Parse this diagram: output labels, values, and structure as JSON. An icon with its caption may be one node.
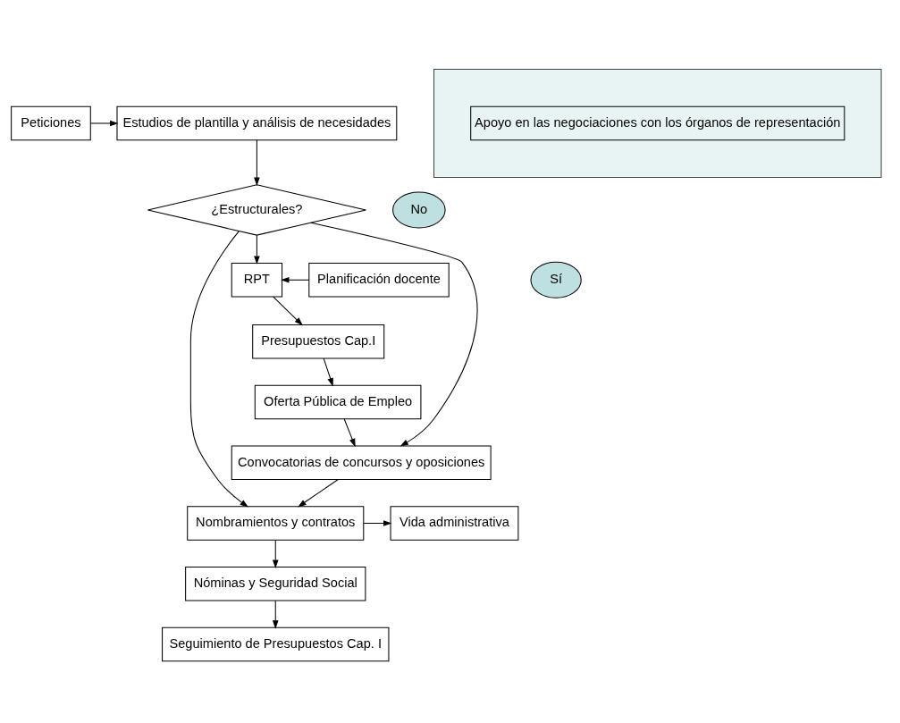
{
  "diagram": {
    "nodes": [
      {
        "text": [
          "Peticiones"
        ]
      },
      {
        "text": [
          "Estudios de plantilla y análisis de necesidades"
        ]
      },
      {
        "text": [
          "¿Estructurales?"
        ]
      },
      {
        "text": [
          "No"
        ]
      },
      {
        "text": [
          "Sí"
        ]
      },
      {
        "text": [
          "Planificación docente"
        ]
      },
      {
        "text": [
          "RPT"
        ]
      },
      {
        "text": [
          "Presupuestos Cap.I"
        ]
      },
      {
        "text": [
          "Oferta Pública de Empleo"
        ]
      },
      {
        "text": [
          "Convocatorias de concursos y oposiciones"
        ]
      },
      {
        "text": [
          "Vida administrativa"
        ]
      },
      {
        "text": [
          "Nombramientos y contratos"
        ]
      },
      {
        "text": [
          "Nóminas y Seguridad Social"
        ]
      },
      {
        "text": [
          "Seguimiento de Presupuestos Cap. I"
        ]
      },
      {
        "text": [],
        "shape": "box"
      },
      {
        "text": [
          "Apoyo en las negociaciones con los órganos de representación"
        ],
        "in": 14
      }
    ],
    "edges": [
      {
        "from": 0,
        "to": 1,
        "arrow": "to"
      },
      {
        "from": 1,
        "to": 2,
        "arrow": "to"
      },
      {
        "from": 2,
        "to": 6,
        "arrow": "to"
      },
      {
        "from": 5,
        "to": 6,
        "arrow": "to"
      },
      {
        "from": 6,
        "to": 7,
        "arrow": "to"
      },
      {
        "from": 7,
        "to": 8,
        "arrow": "to"
      },
      {
        "from": 8,
        "to": 9,
        "arrow": "to"
      },
      {
        "from": 2,
        "to": 9,
        "arrow": "to"
      },
      {
        "from": 9,
        "to": 11,
        "arrow": "to"
      },
      {
        "from": 2,
        "to": 11,
        "arrow": "to"
      },
      {
        "from": 11,
        "to": 10,
        "arrow": "to"
      },
      {
        "from": 11,
        "to": 12,
        "arrow": "to"
      },
      {
        "from": 12,
        "to": 13,
        "arrow": "to"
      }
    ]
  }
}
